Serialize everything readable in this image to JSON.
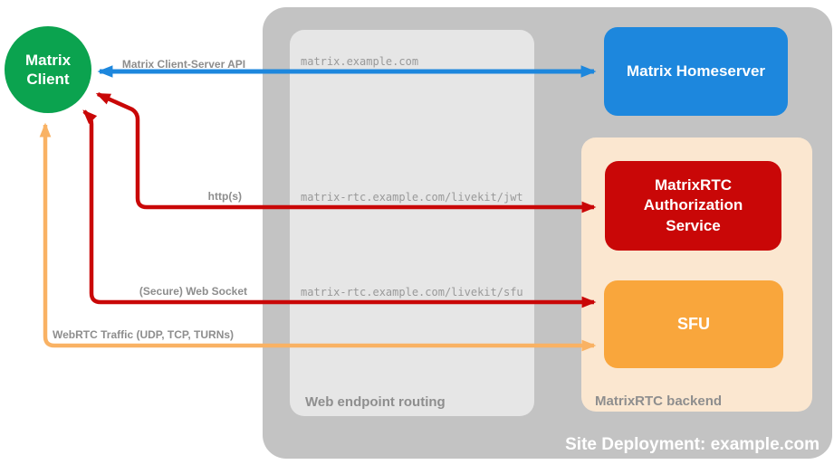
{
  "site": {
    "label": "Site Deployment: example.com"
  },
  "nodes": {
    "client": "Matrix Client",
    "homeserver": "Matrix Homeserver",
    "auth_service": "MatrixRTC Authorization Service",
    "sfu": "SFU"
  },
  "routing": {
    "label": "Web endpoint routing",
    "endpoints": [
      "matrix.example.com",
      "matrix-rtc.example.com/livekit/jwt",
      "matrix-rtc.example.com/livekit/sfu"
    ]
  },
  "backend": {
    "label": "MatrixRTC backend"
  },
  "arrows": [
    {
      "label": "Matrix Client-Server API",
      "color": "#1d87dd"
    },
    {
      "label": "http(s)",
      "color": "#c90707"
    },
    {
      "label": "(Secure) Web Socket",
      "color": "#c90707"
    },
    {
      "label": "WebRTC Traffic (UDP, TCP, TURNs)",
      "color": "#f9b264"
    }
  ],
  "colors": {
    "client_green": "#0ba34f",
    "homeserver_blue": "#1d87dd",
    "auth_red": "#c90707",
    "sfu_orange": "#f9a63c",
    "webrtc_arrow_orange": "#f9b264",
    "site_container_gray": "#c3c3c3",
    "routing_box_gray": "#e6e6e6",
    "backend_box_peach": "#fbe7d0",
    "label_gray": "#8d8d8d",
    "url_gray": "#999999"
  }
}
